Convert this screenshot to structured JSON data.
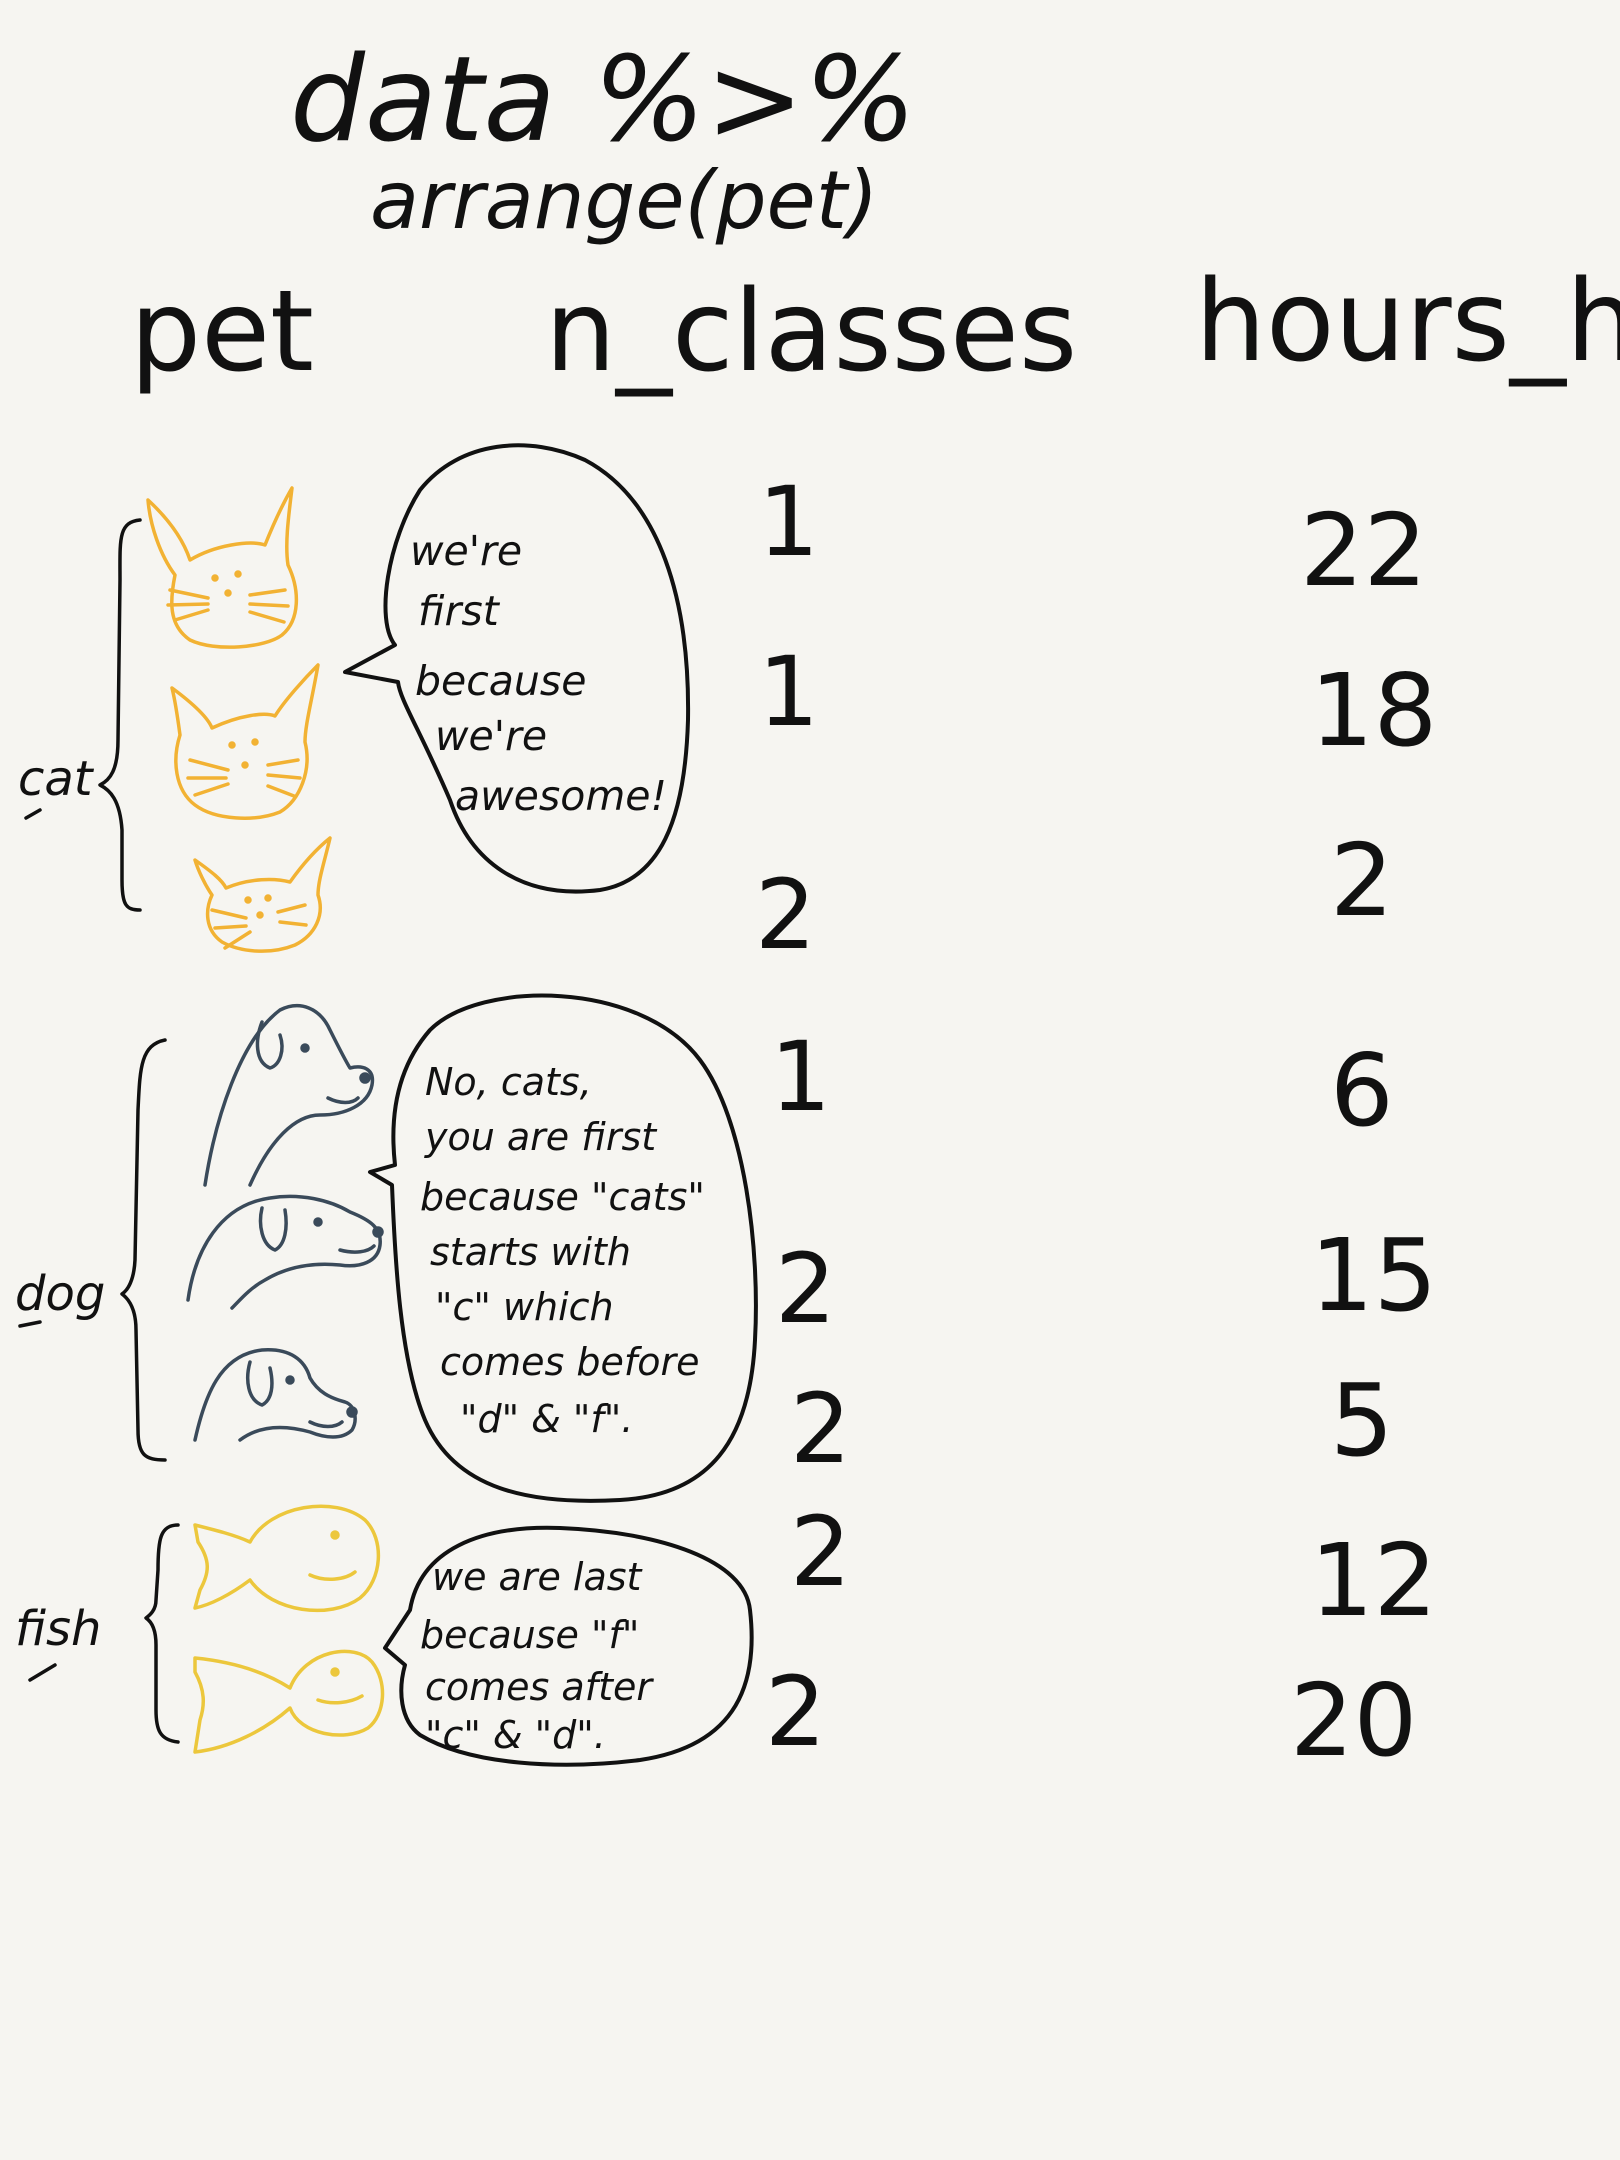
{
  "code": {
    "line1": "data %>%",
    "line2": "arrange(pet)"
  },
  "headers": {
    "pet": "pet",
    "n_classes": "n_classes",
    "hours_hw": "hours_hw"
  },
  "groups": [
    {
      "label": "cat",
      "color": "#f2b233",
      "n_classes": [
        "1",
        "1",
        "2"
      ],
      "hours_hw": [
        "22",
        "18",
        "2"
      ],
      "bubble": [
        "we're",
        "first",
        "because",
        "we're",
        "awesome!"
      ]
    },
    {
      "label": "dog",
      "color": "#3a4a5a",
      "n_classes": [
        "1",
        "2",
        "2"
      ],
      "hours_hw": [
        "6",
        "15",
        "5"
      ],
      "bubble": [
        "No, cats,",
        "you are first",
        "because \"cats\"",
        "starts with",
        "\"c\" which",
        "comes before",
        "\"d\" & \"f\"."
      ]
    },
    {
      "label": "fish",
      "color": "#ecc73c",
      "n_classes": [
        "2",
        "2"
      ],
      "hours_hw": [
        "12",
        "20"
      ],
      "bubble": [
        "we are last",
        "because \"f\"",
        "comes after",
        "\"c\" & \"d\"."
      ]
    }
  ]
}
